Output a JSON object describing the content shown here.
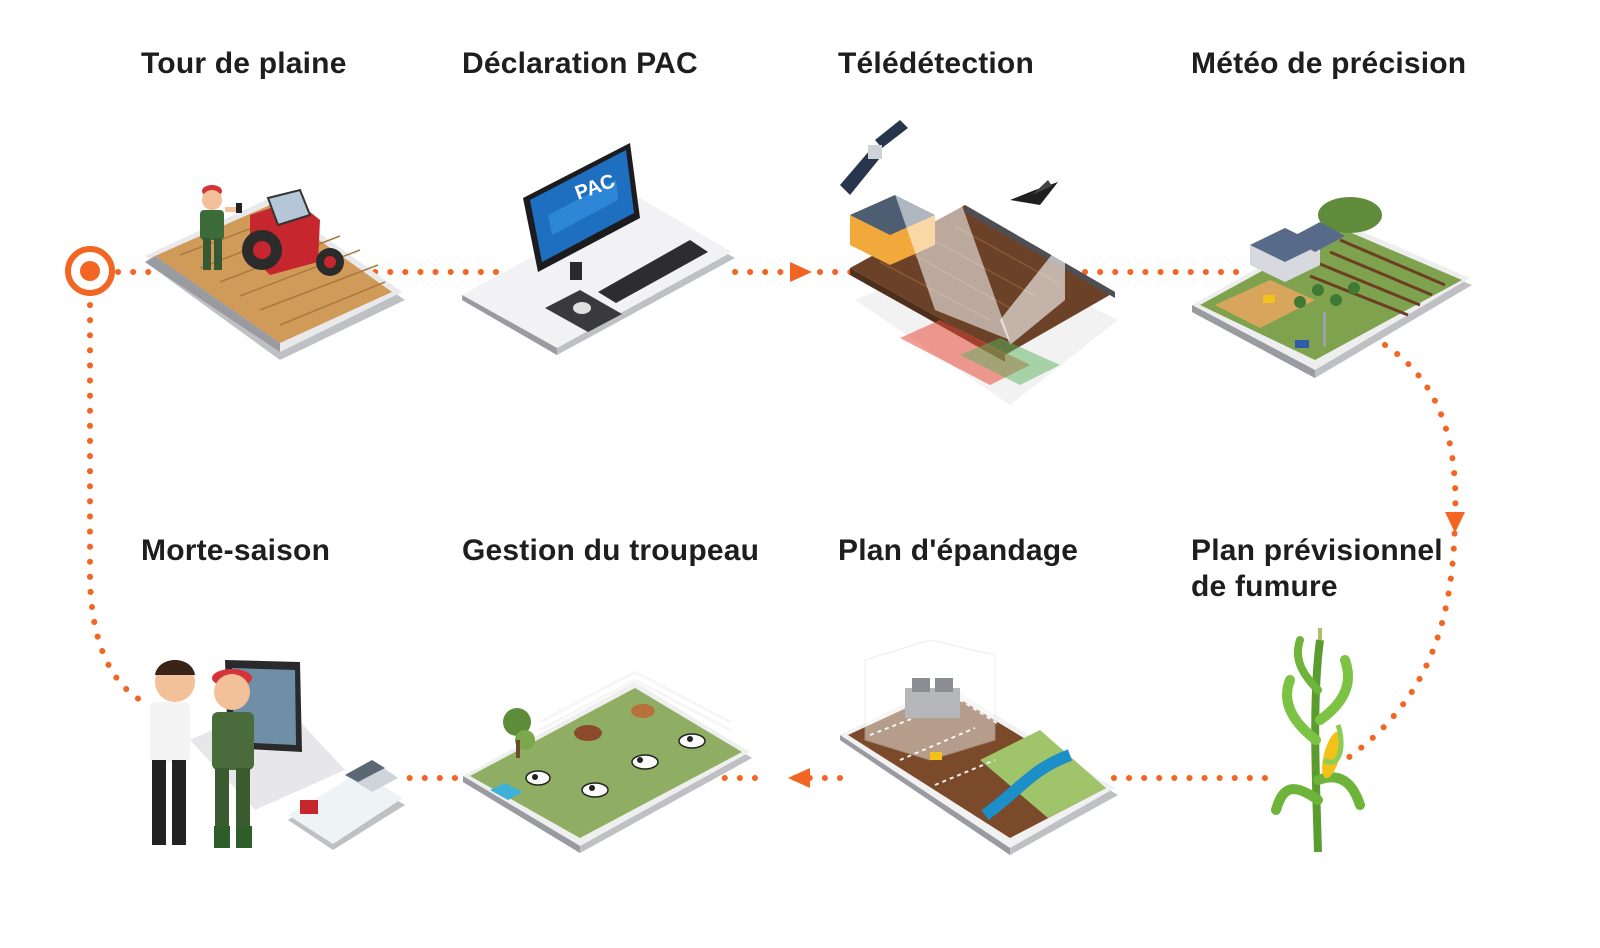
{
  "colors": {
    "accent_orange": "#f26522",
    "text": "#1e1e1e",
    "tablet_frame": "#d4d4d8",
    "soil": "#7a4a2b",
    "field": "#c49a5c",
    "grass": "#8fb35e"
  },
  "steps": [
    {
      "title": "Tour de plaine",
      "icon": "farmer-tractor-tablet-icon"
    },
    {
      "title": "Déclaration PAC",
      "icon": "computer-pac-icon",
      "screen_text": "PAC"
    },
    {
      "title": "Télédétection",
      "icon": "satellite-drone-field-icon"
    },
    {
      "title": "Météo de précision",
      "icon": "farm-weather-station-icon"
    },
    {
      "title_lines": [
        "Plan prévisionnel",
        "de fumure"
      ],
      "icon": "corn-plant-icon"
    },
    {
      "title": "Plan d'épandage",
      "icon": "spreading-plan-field-icon"
    },
    {
      "title": "Gestion du troupeau",
      "icon": "cattle-pasture-icon"
    },
    {
      "title": "Morte-saison",
      "icon": "farmers-computer-icon"
    }
  ]
}
